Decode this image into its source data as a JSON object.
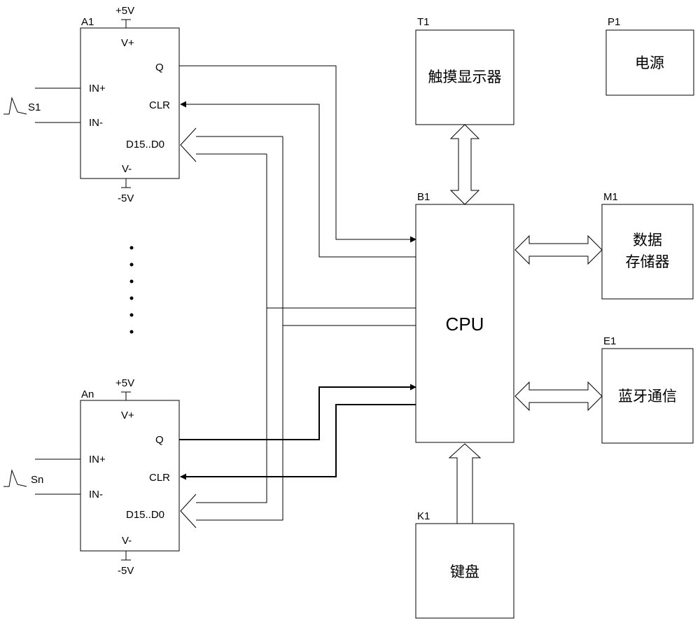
{
  "diagram": {
    "colors": {
      "stroke": "#000000",
      "background": "#ffffff"
    },
    "adc_top": {
      "id": "A1",
      "vplus": "V+",
      "vminus": "V-",
      "vcc": "+5V",
      "vee": "-5V",
      "in_plus": "IN+",
      "in_minus": "IN-",
      "q": "Q",
      "clr": "CLR",
      "data": "D15..D0",
      "signal": "S1"
    },
    "adc_bottom": {
      "id": "An",
      "vplus": "V+",
      "vminus": "V-",
      "vcc": "+5V",
      "vee": "-5V",
      "in_plus": "IN+",
      "in_minus": "IN-",
      "q": "Q",
      "clr": "CLR",
      "data": "D15..D0",
      "signal": "Sn"
    },
    "cpu": {
      "id": "B1",
      "label": "CPU"
    },
    "display": {
      "id": "T1",
      "label": "触摸显示器"
    },
    "power": {
      "id": "P1",
      "label": "电源"
    },
    "memory": {
      "id": "M1",
      "line1": "数据",
      "line2": "存储器"
    },
    "bluetooth": {
      "id": "E1",
      "label": "蓝牙通信"
    },
    "keyboard": {
      "id": "K1",
      "label": "键盘"
    }
  }
}
